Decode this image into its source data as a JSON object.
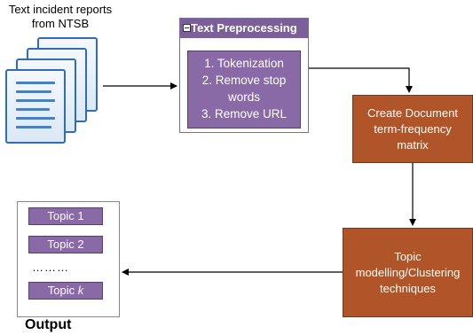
{
  "source": {
    "label": "Text incident reports\nfrom NTSB",
    "icon": "documents-icon"
  },
  "preprocessing": {
    "title": "Text Preprocessing",
    "steps": [
      "1. Tokenization",
      "2. Remove stop",
      "words",
      "3. Remove URL"
    ]
  },
  "dtm": {
    "label": "Create Document term-frequency matrix"
  },
  "modelling": {
    "label": "Topic modelling/Clustering techniques"
  },
  "output": {
    "topics": [
      "Topic 1",
      "Topic 2"
    ],
    "ellipsis": "………",
    "last_topic_prefix": "Topic ",
    "last_topic_var": "k",
    "label": "Output"
  },
  "colors": {
    "purple": "#8a6aa6",
    "header_purple": "#7b5f98",
    "brown": "#b0552a",
    "doc_blue": "#2f6eb4"
  }
}
